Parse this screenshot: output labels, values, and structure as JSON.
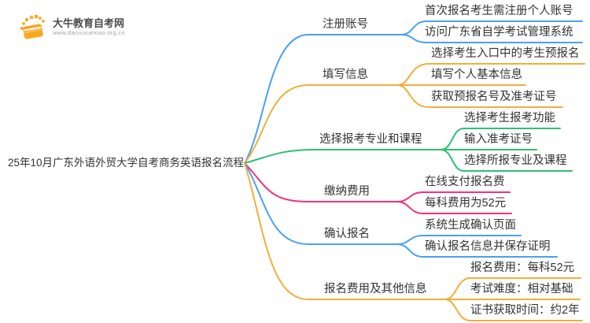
{
  "logo": {
    "title": "大牛教育自考网",
    "url": "www.daniuxuexiao.org.cn",
    "accent_color": "#F5A623"
  },
  "central_topic": "25年10月广东外语外贸大学自考商务英语报名流程",
  "text_color": "#333333",
  "branches": [
    {
      "label": "注册账号",
      "color": "#4AA0F2",
      "children": [
        "首次报名考生需注册个人账号",
        "访问广东省自学考试管理系统"
      ]
    },
    {
      "label": "填写信息",
      "color": "#F2AE3C",
      "children": [
        "选择考生入口中的考生预报名",
        "填写个人基本信息",
        "获取预报名号及准考证号"
      ]
    },
    {
      "label": "选择报考专业和课程",
      "color": "#2FBF76",
      "children": [
        "选择考生报考功能",
        "输入准考证号",
        "选择所报专业及课程"
      ]
    },
    {
      "label": "缴纳费用",
      "color": "#F2317E",
      "children": [
        "在线支付报名费",
        "每科费用为52元"
      ]
    },
    {
      "label": "确认报名",
      "color": "#4AA0F2",
      "children": [
        "系统生成确认页面",
        "确认报名信息并保存证明"
      ]
    },
    {
      "label": "报名费用及其他信息",
      "color": "#F2AE3C",
      "children": [
        "报名费用：每科52元",
        "考试难度：相对基础",
        "证书获取时间：约2年"
      ]
    }
  ]
}
